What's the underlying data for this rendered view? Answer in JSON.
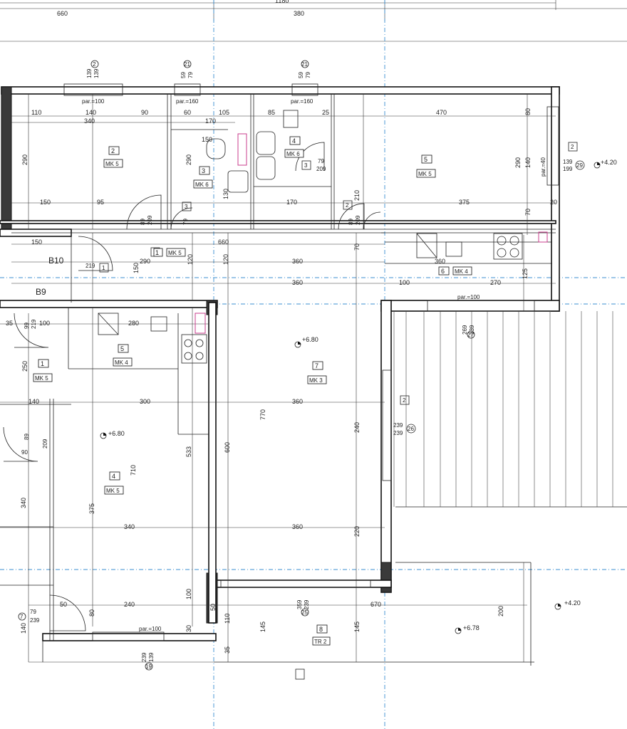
{
  "top_dims": {
    "total": "1180",
    "a": "660",
    "b": "380"
  },
  "rooms": [
    {
      "num": "2",
      "mk": "MK 5"
    },
    {
      "num": "3",
      "mk": "MK 6"
    },
    {
      "num": "4",
      "mk": "MK 6"
    },
    {
      "num": "5",
      "mk": "MK 5"
    },
    {
      "num": "1",
      "mk": "MK 5"
    },
    {
      "num": "6",
      "mk": "MK 4"
    },
    {
      "num": "1",
      "mk": "MK 5"
    },
    {
      "num": "5",
      "mk": "MK 4"
    },
    {
      "num": "4",
      "mk": "MK 5"
    },
    {
      "num": "7",
      "mk": "MK 3"
    },
    {
      "num": "8",
      "mk": "TR 2"
    }
  ],
  "levels": {
    "l1": "+4.20",
    "l2": "+6.80",
    "l3": "+6.80",
    "l4": "+4.20",
    "l5": "+6.78"
  },
  "axis_labels": {
    "b10": "B10",
    "b9": "B9"
  },
  "parapets": {
    "p1": "par.=100",
    "p2": "par.=160",
    "p3": "par.=160",
    "p4": "par.=40",
    "p5": "par.=100",
    "p6": "par.=100"
  },
  "windows": {
    "w1": "139",
    "w1b": "139",
    "w2": "59",
    "w2b": "79",
    "w3": "59",
    "w3b": "79",
    "w4": "139",
    "w4b": "199",
    "w5": "269",
    "w5b": "139",
    "w6": "239",
    "w6b": "239",
    "w7": "359",
    "w7b": "239",
    "w8": "239",
    "w8b": "139"
  },
  "circle_marks": {
    "c1": "2",
    "c2": "21",
    "c3": "21",
    "c4": "29",
    "c5": "27",
    "c6": "26",
    "c7": "25",
    "c8": "19",
    "c9": "7"
  },
  "square_marks": {
    "s1": "2",
    "s2": "2",
    "s3": "1",
    "s4": "1",
    "s5": "3",
    "s6": "3",
    "s7": "2"
  },
  "dims": {
    "d110": "110",
    "d140": "140",
    "d90": "90",
    "d60": "60",
    "d105": "105",
    "d85": "85",
    "d25": "25",
    "d470": "470",
    "d80": "80",
    "d340": "340",
    "d170": "170",
    "d150": "150",
    "d290": "290",
    "d290b": "290",
    "d140b": "140",
    "d20": "20",
    "d150b": "150",
    "d95": "95",
    "d170b": "170",
    "d375": "375",
    "d70": "70",
    "d150c": "150",
    "d660": "660",
    "d360": "360",
    "d340b": "340",
    "d290c": "290",
    "d120": "120",
    "d120b": "120",
    "d110b": "110",
    "d150d": "150",
    "d100": "100",
    "d360b": "360",
    "d270": "270",
    "d35": "35",
    "d100b": "100",
    "d280": "280",
    "d250": "250",
    "d140c": "140",
    "d300": "300",
    "d360c": "360",
    "d770": "770",
    "d240": "240",
    "d533": "533",
    "d710": "710",
    "d600": "600",
    "d375b": "375",
    "d340c": "340",
    "d340d": "340",
    "d360d": "360",
    "d220": "220",
    "d240b": "240",
    "d50": "50",
    "d670": "670",
    "d200": "200",
    "d110c": "110",
    "d145": "145",
    "d145b": "145",
    "d30": "30",
    "d35b": "35",
    "d140d": "140",
    "d80b": "80",
    "d100c": "100",
    "d50b": "50",
    "d209": "209",
    "d89": "89",
    "d79": "79",
    "d219": "219",
    "d99": "99",
    "d219b": "219",
    "d209b": "209",
    "d79b": "79",
    "d89b": "89",
    "d209c": "209",
    "d79c": "79",
    "d239": "239",
    "d89c": "89",
    "d209d": "209",
    "d90b": "90",
    "d99b": "99",
    "d219c": "219",
    "d239b": "239",
    "d360e": "360",
    "d70b": "70",
    "d125": "125",
    "d210": "210",
    "d130": "130"
  }
}
